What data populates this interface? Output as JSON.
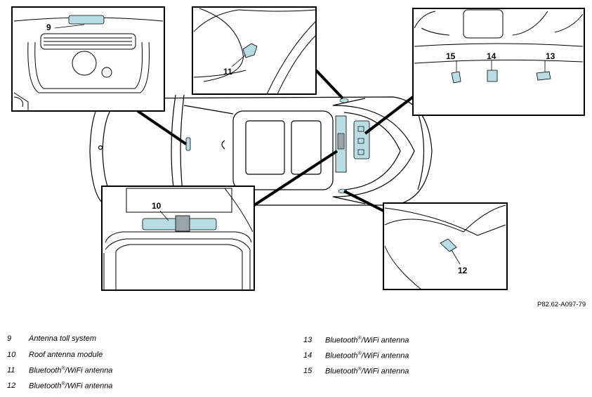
{
  "callouts": {
    "c9": "9",
    "c10": "10",
    "c11": "11",
    "c12": "12",
    "c13": "13",
    "c14": "14",
    "c15": "15"
  },
  "figure_code": "P82.62-A097-79",
  "legend": {
    "left": [
      {
        "num": "9",
        "text": "Antenna toll system"
      },
      {
        "num": "10",
        "text": "Roof antenna module"
      },
      {
        "num": "11",
        "text": "Bluetooth",
        "sup": "®",
        "rest": "/WiFi antenna"
      },
      {
        "num": "12",
        "text": "Bluetooth",
        "sup": "®",
        "rest": "/WiFi antenna"
      }
    ],
    "right": [
      {
        "num": "13",
        "text": "Bluetooth",
        "sup": "®",
        "rest": "/WiFi antenna"
      },
      {
        "num": "14",
        "text": "Bluetooth",
        "sup": "®",
        "rest": "/WiFi antenna"
      },
      {
        "num": "15",
        "text": "Bluetooth",
        "sup": "®",
        "rest": "/WiFi antenna"
      }
    ]
  },
  "colors": {
    "highlight": "#b8dde4",
    "part": "#9aa4ab",
    "line": "#000000"
  }
}
